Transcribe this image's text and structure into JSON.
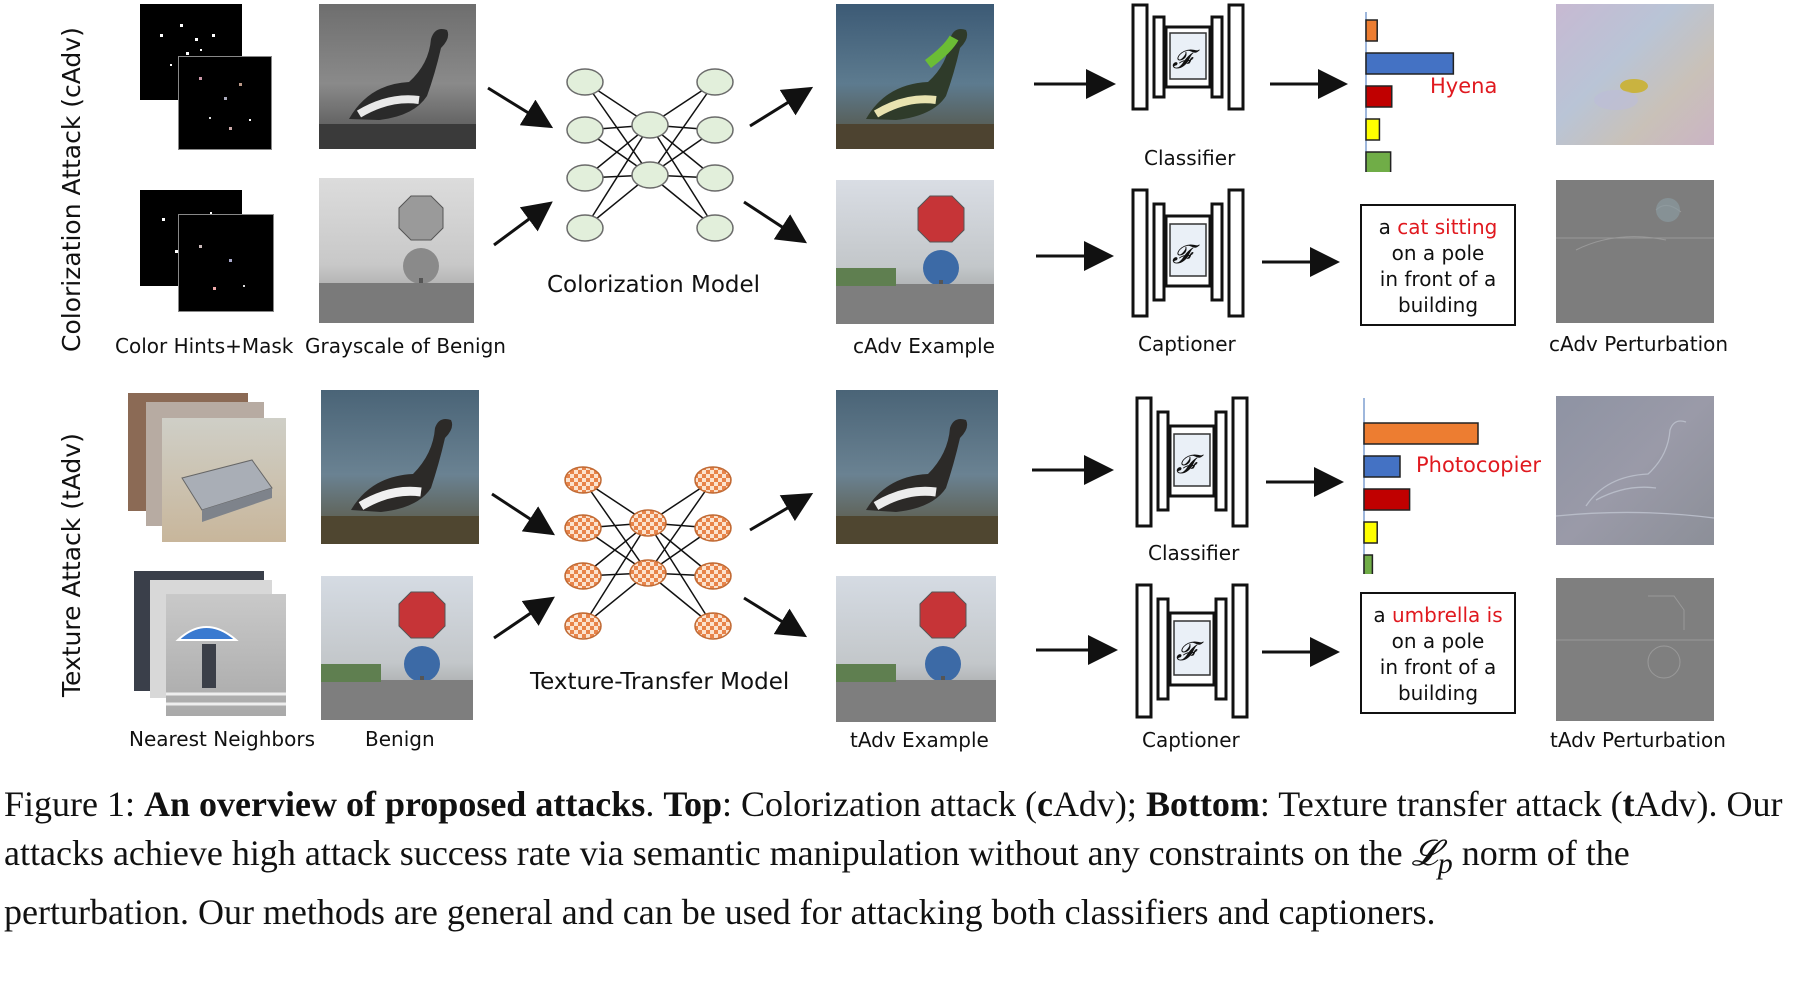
{
  "side_labels": {
    "top": "Colorization Attack (cAdv)",
    "bottom": "Texture Attack (tAdv)"
  },
  "top_row_labels": {
    "hints": "Color Hints+Mask",
    "grayscale": "Grayscale of Benign",
    "model": "Colorization Model",
    "example": "cAdv Example",
    "classifier": "Classifier",
    "captioner": "Captioner",
    "perturbation": "cAdv Perturbation"
  },
  "bottom_row_labels": {
    "neighbors": "Nearest Neighbors",
    "benign": "Benign",
    "model": "Texture-Transfer Model",
    "example": "tAdv Example",
    "classifier": "Classifier",
    "captioner": "Captioner",
    "perturbation": "tAdv Perturbation"
  },
  "f_symbol": "𝓕",
  "top_prediction": "Hyena",
  "bottom_prediction": "Photocopier",
  "top_caption": {
    "pre": "a ",
    "red": "cat sitting",
    "rest1": "on a pole",
    "rest2": "in front of a",
    "rest3": "building"
  },
  "bottom_caption": {
    "pre": "a ",
    "red": "umbrella is",
    "rest1": "on a pole",
    "rest2": "in front of a",
    "rest3": "building"
  },
  "bar_colors": [
    "#ed7d31",
    "#4472c4",
    "#c00000",
    "#ffff00",
    "#70ad47"
  ],
  "top_bars": [
    0.1,
    0.78,
    0.23,
    0.12,
    0.22
  ],
  "bottom_bars": [
    0.95,
    0.3,
    0.38,
    0.11,
    0.07
  ],
  "figure_caption": {
    "fig": "Figure 1: ",
    "b1": "An overview of proposed attacks",
    "t1": ". ",
    "b2": "Top",
    "t2": ": Colorization attack (",
    "c1": "c",
    "t3": "Adv); ",
    "b3": "Bottom",
    "t4": ": Texture transfer attack (",
    "c2": "t",
    "t5": "Adv). Our attacks achieve high attack success rate via semantic manipulation without any constraints on the ",
    "lp": "𝓛",
    "lpsub": "p",
    "t6": " norm of the perturbation. Our methods are general and can be used for attacking both classifiers and captioners."
  }
}
